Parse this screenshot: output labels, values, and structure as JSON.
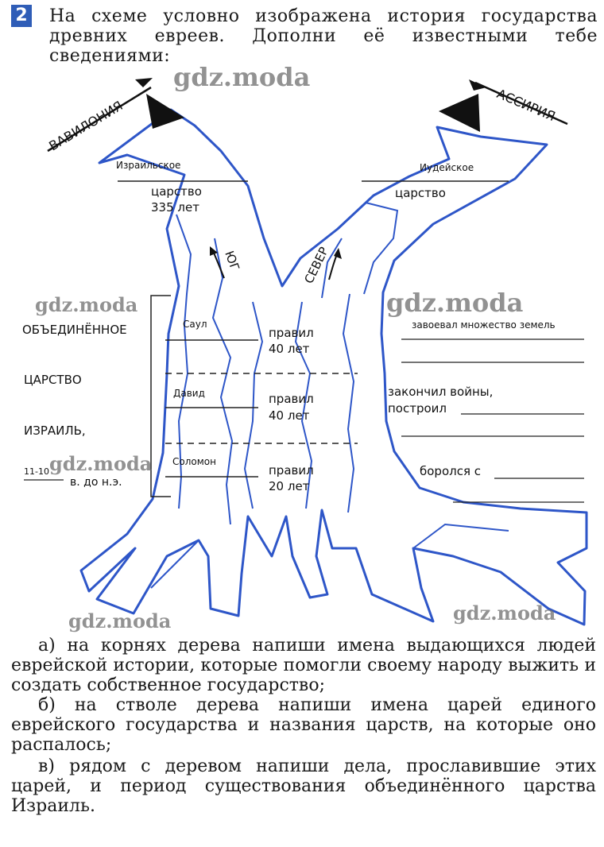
{
  "task_number": "2",
  "intro": "На схеме условно изображена история государства древних евреев. Дополни её известными тебе сведениями:",
  "watermark": "gdz.moda",
  "diagram": {
    "babylon": "ВАВИЛОНИЯ",
    "assyria": "АССИРИЯ",
    "israel_kingdom_1": "Израильское",
    "israel_kingdom_2": "царство",
    "israel_years": "335 лет",
    "judea_kingdom_1": "Иудейское",
    "judea_kingdom_2": "царство",
    "south": "ЮГ",
    "north": "СЕВЕР",
    "united_1": "ОБЪЕДИНЁННОЕ",
    "united_2": "ЦАРСТВО",
    "united_3": "ИЗРАИЛЬ,",
    "century": "11-10",
    "bc": "в. до н.э.",
    "kings": [
      {
        "name": "Саул",
        "ruled": "правил",
        "years": "40 лет"
      },
      {
        "name": "Давид",
        "ruled": "правил",
        "years": "40 лет"
      },
      {
        "name": "Соломон",
        "ruled": "правил",
        "years": "20 лет"
      }
    ],
    "deed_1": "завоевал множество земель",
    "deed_2a": "закончил войны,",
    "deed_2b": "построил",
    "deed_3": "боролся с"
  },
  "tasks": {
    "a": "а) на корнях дерева напиши имена выдающихся людей еврейской истории, которые помогли своему народу выжить и создать собственное государство;",
    "b": "б) на стволе дерева напиши имена царей единого еврейского государства и названия царств, на которые оно распалось;",
    "c": "в) рядом с деревом напиши дела, прославившие этих царей, и период существования объединённого царства Израиль."
  }
}
